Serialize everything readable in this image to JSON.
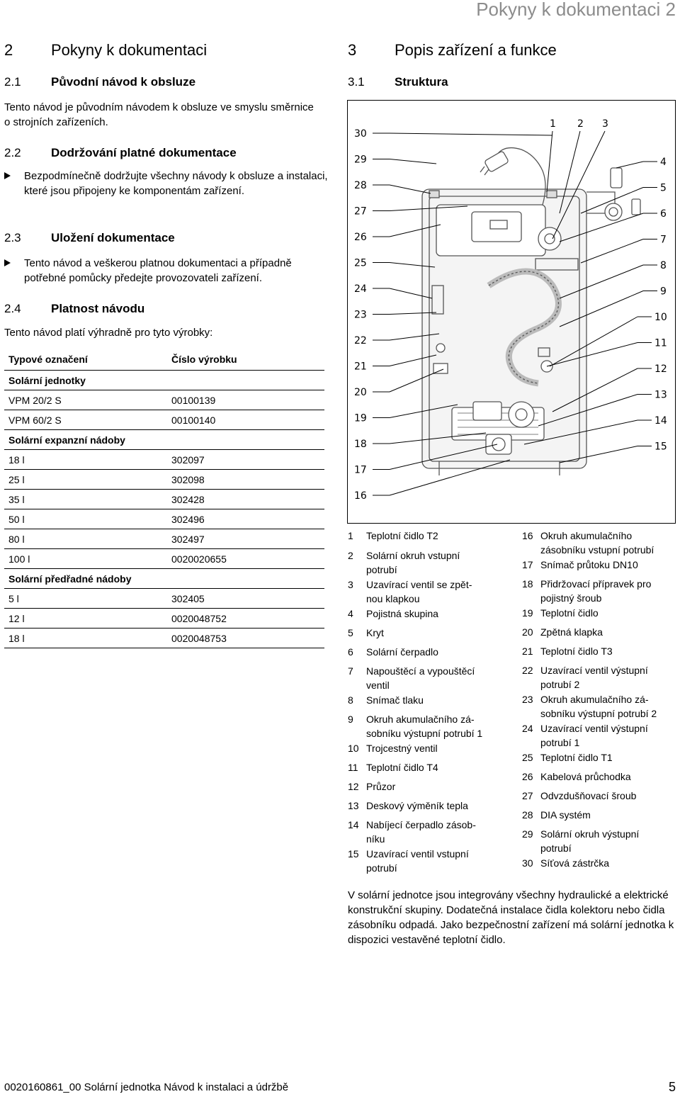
{
  "header": {
    "running_title": "Pokyny k dokumentaci 2"
  },
  "left": {
    "s2": {
      "num": "2",
      "title": "Pokyny k dokumentaci"
    },
    "s21": {
      "num": "2.1",
      "title": "Původní návod k obsluze",
      "text": "Tento návod je původním návodem k obsluze ve smyslu směrnice o strojních zařízeních."
    },
    "s22": {
      "num": "2.2",
      "title": "Dodržování platné dokumentace",
      "bullet": "Bezpodmínečně dodržujte všechny návody k obsluze a instalaci, které jsou připojeny ke komponentám zařízení."
    },
    "s23": {
      "num": "2.3",
      "title": "Uložení dokumentace",
      "bullet": "Tento návod a veškerou platnou dokumentaci a případně potřebné pomůcky předejte provozovateli zařízení."
    },
    "s24": {
      "num": "2.4",
      "title": "Platnost návodu",
      "text": "Tento návod platí výhradně pro tyto výrobky:"
    },
    "table": {
      "head": [
        "Typové označení",
        "Číslo výrobku"
      ],
      "rows": [
        [
          "Solární jednotky",
          ""
        ],
        [
          "VPM 20/2 S",
          "00100139"
        ],
        [
          "VPM 60/2 S",
          "00100140"
        ],
        [
          "Solární expanzní nádoby",
          ""
        ],
        [
          "18 l",
          "302097"
        ],
        [
          "25 l",
          "302098"
        ],
        [
          "35 l",
          "302428"
        ],
        [
          "50 l",
          "302496"
        ],
        [
          "80 l",
          "302497"
        ],
        [
          "100 l",
          "0020020655"
        ],
        [
          "Solární předřadné nádoby",
          ""
        ],
        [
          "5 l",
          "302405"
        ],
        [
          "12 l",
          "0020048752"
        ],
        [
          "18 l",
          "0020048753"
        ]
      ]
    }
  },
  "right": {
    "s3": {
      "num": "3",
      "title": "Popis zařízení a funkce"
    },
    "s31": {
      "num": "3.1",
      "title": "Struktura"
    },
    "callouts_left": [
      "30",
      "29",
      "28",
      "27",
      "26",
      "25",
      "24",
      "23",
      "22",
      "21",
      "20",
      "19",
      "18",
      "17",
      "16"
    ],
    "callouts_right": [
      "4",
      "5",
      "6",
      "7",
      "8",
      "9",
      "10",
      "11",
      "12",
      "13",
      "14",
      "15"
    ],
    "callouts_top": [
      "1",
      "2",
      "3"
    ],
    "legend_col1": [
      {
        "n": "1",
        "t": "Teplotní čidlo T2"
      },
      {
        "n": "2",
        "t": "Solární okruh vstupní\npotrubí"
      },
      {
        "n": "3",
        "t": "Uzavírací ventil se zpět-\nnou klapkou"
      },
      {
        "n": "4",
        "t": "Pojistná skupina"
      },
      {
        "n": "5",
        "t": "Kryt"
      },
      {
        "n": "6",
        "t": "Solární čerpadlo"
      },
      {
        "n": "7",
        "t": "Napouštěcí a vypouštěcí\nventil"
      },
      {
        "n": "8",
        "t": "Snímač tlaku"
      },
      {
        "n": "9",
        "t": "Okruh akumulačního zá-\nsobníku výstupní potrubí 1"
      },
      {
        "n": "10",
        "t": "Trojcestný ventil"
      },
      {
        "n": "11",
        "t": "Teplotní čidlo T4"
      },
      {
        "n": "12",
        "t": "Průzor"
      },
      {
        "n": "13",
        "t": "Deskový výměník tepla"
      },
      {
        "n": "14",
        "t": "Nabíjecí čerpadlo zásob-\nníku"
      },
      {
        "n": "15",
        "t": "Uzavírací ventil vstupní\npotrubí"
      }
    ],
    "legend_col2": [
      {
        "n": "16",
        "t": "Okruh akumulačního\nzásobníku vstupní potrubí"
      },
      {
        "n": "17",
        "t": "Snímač průtoku DN10"
      },
      {
        "n": "18",
        "t": "Přidržovací přípravek pro\npojistný šroub"
      },
      {
        "n": "19",
        "t": "Teplotní čidlo"
      },
      {
        "n": "20",
        "t": "Zpětná klapka"
      },
      {
        "n": "21",
        "t": "Teplotní čidlo T3"
      },
      {
        "n": "22",
        "t": "Uzavírací ventil výstupní\npotrubí 2"
      },
      {
        "n": "23",
        "t": "Okruh akumulačního zá-\nsobníku výstupní potrubí 2"
      },
      {
        "n": "24",
        "t": "Uzavírací ventil výstupní\npotrubí 1"
      },
      {
        "n": "25",
        "t": "Teplotní čidlo T1"
      },
      {
        "n": "26",
        "t": "Kabelová průchodka"
      },
      {
        "n": "27",
        "t": "Odvzdušňovací šroub"
      },
      {
        "n": "28",
        "t": "DIA systém"
      },
      {
        "n": "29",
        "t": "Solární okruh výstupní\npotrubí"
      },
      {
        "n": "30",
        "t": "Síťová zástrčka"
      }
    ],
    "paragraph": "V solární jednotce jsou integrovány všechny hydraulické a elektrické konstrukční skupiny. Dodatečná instalace čidla kolektoru nebo čidla zásobníku odpadá. Jako bezpečnostní zařízení má solární jednotka k dispozici vestavěné teplotní čidlo."
  },
  "footer": {
    "doc_ref": "0020160861_00 Solární jednotka Návod k instalaci a údržbě",
    "page": "5"
  }
}
